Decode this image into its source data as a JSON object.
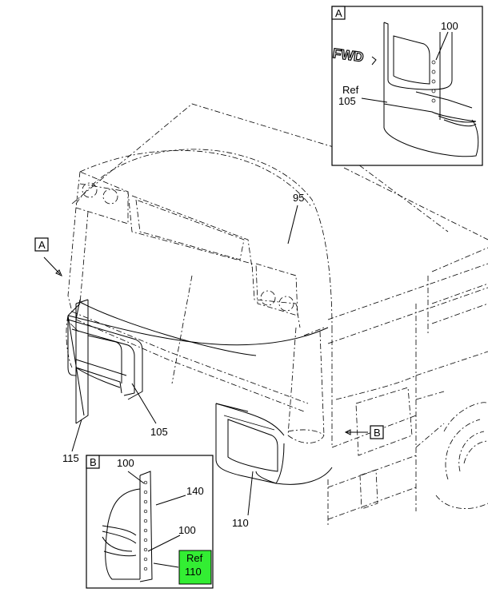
{
  "callouts": {
    "c95": "95",
    "c105": "105",
    "c110": "110",
    "c115": "115",
    "detail_a_100": "100",
    "detail_a_ref": "Ref",
    "detail_a_105": "105",
    "detail_b_100_top": "100",
    "detail_b_140": "140",
    "detail_b_100_mid": "100",
    "detail_b_ref": "Ref",
    "detail_b_110": "110"
  },
  "detail_labels": {
    "a_main": "A",
    "a_inset": "A",
    "b_main": "B",
    "b_inset": "B"
  },
  "fwd_text": "FWD",
  "colors": {
    "highlight": "#33ee33",
    "line": "#000000",
    "background": "#ffffff"
  }
}
